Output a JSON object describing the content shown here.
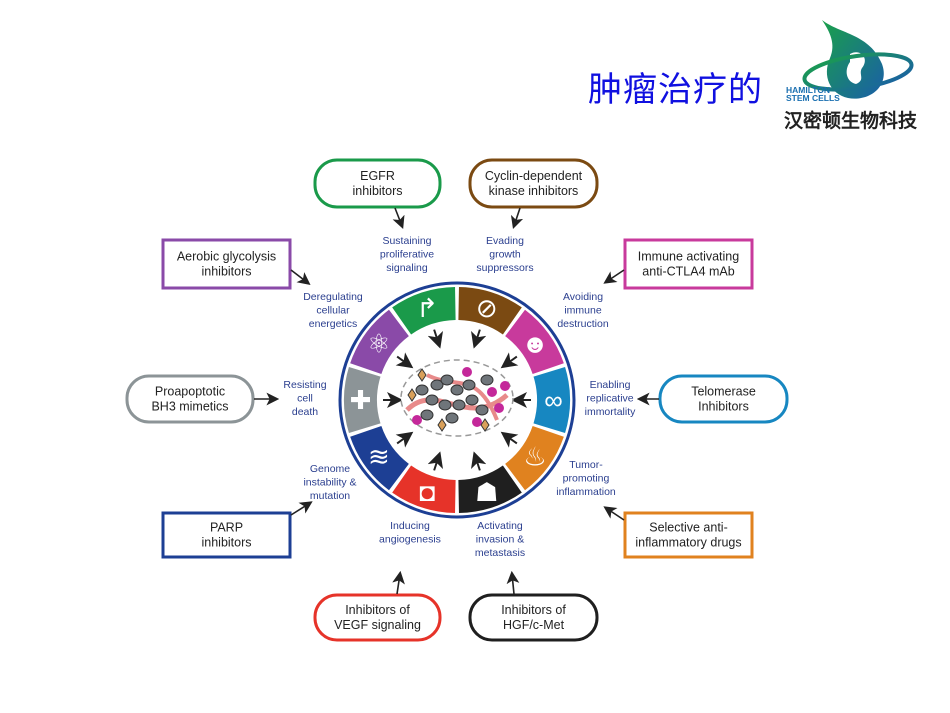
{
  "header": {
    "title": "肿瘤治疗的",
    "logo": {
      "line1": "HAMILTON",
      "line2": "STEM CELLS",
      "chinese": "汉密顿生物科技"
    }
  },
  "hallmarks": [
    {
      "id": "sustaining",
      "lines": [
        "Sustaining",
        "proliferative",
        "signaling"
      ],
      "color": "#1a9a4a",
      "icon": "arrow-up-right-icon"
    },
    {
      "id": "evading",
      "lines": [
        "Evading",
        "growth",
        "suppressors"
      ],
      "color": "#7b4a12",
      "icon": "prohibited-icon"
    },
    {
      "id": "avoiding",
      "lines": [
        "Avoiding",
        "immune",
        "destruction"
      ],
      "color": "#c83a9c",
      "icon": "immune-cell-icon"
    },
    {
      "id": "enabling",
      "lines": [
        "Enabling",
        "replicative",
        "immortality"
      ],
      "color": "#1787c1",
      "icon": "infinity-icon"
    },
    {
      "id": "tumor",
      "lines": [
        "Tumor-",
        "promoting",
        "inflammation"
      ],
      "color": "#e0821f",
      "icon": "flame-icon"
    },
    {
      "id": "activating",
      "lines": [
        "Activating",
        "invasion &",
        "metastasis"
      ],
      "color": "#1f1f1f",
      "icon": "ghost-cell-icon"
    },
    {
      "id": "inducing",
      "lines": [
        "Inducing",
        "angiogenesis"
      ],
      "color": "#e63329",
      "icon": "vessel-icon"
    },
    {
      "id": "genome",
      "lines": [
        "Genome",
        "instability &",
        "mutation"
      ],
      "color": "#1d3f94",
      "icon": "dna-icon"
    },
    {
      "id": "resisting",
      "lines": [
        "Resisting",
        "cell",
        "death"
      ],
      "color": "#8c9497",
      "icon": "cross-icon"
    },
    {
      "id": "deregulating",
      "lines": [
        "Deregulating",
        "cellular",
        "energetics"
      ],
      "color": "#8a4aa8",
      "icon": "atom-icon"
    }
  ],
  "therapies": [
    {
      "id": "egfr",
      "lines": [
        "EGFR",
        "inhibitors"
      ],
      "color": "#1a9a4a",
      "shape": "rounded"
    },
    {
      "id": "cyclin",
      "lines": [
        "Cyclin-dependent",
        "kinase inhibitors"
      ],
      "color": "#7b4a12",
      "shape": "rounded"
    },
    {
      "id": "immune",
      "lines": [
        "Immune activating",
        "anti-CTLA4 mAb"
      ],
      "color": "#c83a9c",
      "shape": "square"
    },
    {
      "id": "telomerase",
      "lines": [
        "Telomerase",
        "Inhibitors"
      ],
      "color": "#1787c1",
      "shape": "rounded"
    },
    {
      "id": "selective",
      "lines": [
        "Selective anti-",
        "inflammatory drugs"
      ],
      "color": "#e0821f",
      "shape": "square"
    },
    {
      "id": "hgf",
      "lines": [
        "Inhibitors of",
        "HGF/c-Met"
      ],
      "color": "#1f1f1f",
      "shape": "rounded"
    },
    {
      "id": "vegf",
      "lines": [
        "Inhibitors of",
        "VEGF signaling"
      ],
      "color": "#e63329",
      "shape": "rounded"
    },
    {
      "id": "parp",
      "lines": [
        "PARP",
        "inhibitors"
      ],
      "color": "#1d3f94",
      "shape": "square"
    },
    {
      "id": "proapoptotic",
      "lines": [
        "Proapoptotic",
        "BH3 mimetics"
      ],
      "color": "#8c9497",
      "shape": "rounded"
    },
    {
      "id": "aerobic",
      "lines": [
        "Aerobic glycolysis",
        "inhibitors"
      ],
      "color": "#8a4aa8",
      "shape": "square"
    }
  ],
  "colors": {
    "ring": "#1d3f94",
    "label": "#2b3f8f",
    "title": "#1010e0"
  }
}
